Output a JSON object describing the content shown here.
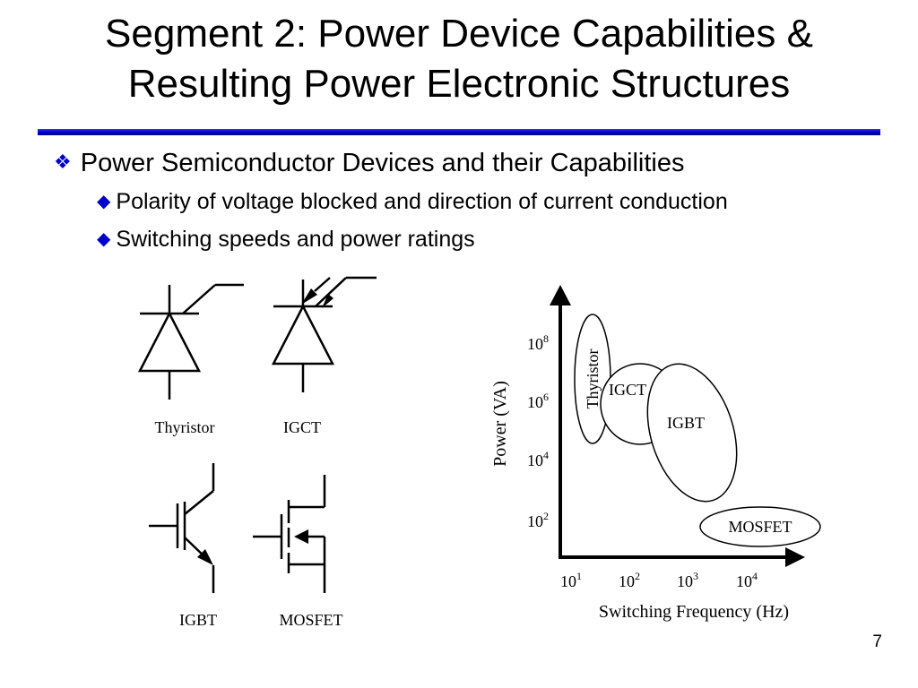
{
  "slide": {
    "title_line1": "Segment 2: Power Device Capabilities &",
    "title_line2": "Resulting Power Electronic Structures",
    "page_number": "7"
  },
  "bullets": {
    "level1": "Power Semiconductor Devices and their Capabilities",
    "level2": [
      "Polarity of voltage blocked and direction of current conduction",
      "Switching speeds and power ratings"
    ]
  },
  "devices": {
    "thyristor": "Thyristor",
    "igct": "IGCT",
    "igbt": "IGBT",
    "mosfet": "MOSFET"
  },
  "chart": {
    "ylabel": "Power (VA)",
    "xlabel": "Switching Frequency (Hz)",
    "yticks": [
      {
        "base": "10",
        "exp": "8"
      },
      {
        "base": "10",
        "exp": "6"
      },
      {
        "base": "10",
        "exp": "4"
      },
      {
        "base": "10",
        "exp": "2"
      }
    ],
    "xticks": [
      {
        "base": "10",
        "exp": "1"
      },
      {
        "base": "10",
        "exp": "2"
      },
      {
        "base": "10",
        "exp": "3"
      },
      {
        "base": "10",
        "exp": "4"
      }
    ],
    "regions": {
      "thyristor": "Thyristor",
      "igct": "IGCT",
      "igbt": "IGBT",
      "mosfet": "MOSFET"
    }
  }
}
